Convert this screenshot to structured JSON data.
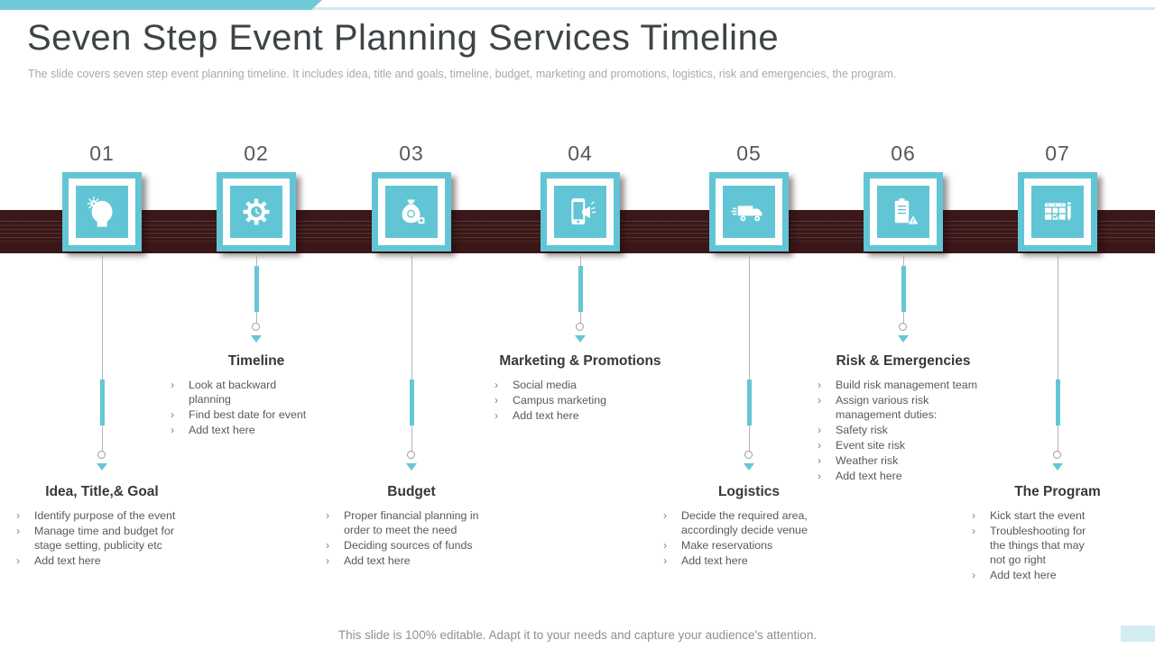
{
  "slide": {
    "title": "Seven Step Event Planning Services Timeline",
    "subtitle": "The slide covers seven step event planning timeline. It includes idea, title and goals, timeline, budget, marketing and promotions, logistics, risk and emergencies, the program.",
    "footer": "This slide is 100% editable. Adapt it to your needs and capture your audience's attention.",
    "bullet_marker": "›"
  },
  "colors": {
    "teal_accent": "#62c5d5",
    "teal_light_line": "#cfe9ee",
    "maroon_band": "#3b1718",
    "heading_text": "#383838",
    "body_text": "#595959",
    "muted_text": "#a9a9a9"
  },
  "steps": [
    {
      "number": "01",
      "icon": "idea-head-icon",
      "title": "Idea, Title,& Goal",
      "position": "far",
      "bullets": [
        "Identify purpose of the event",
        "Manage time and budget for stage setting, publicity etc",
        "Add text here"
      ]
    },
    {
      "number": "02",
      "icon": "gear-clock-icon",
      "title": "Timeline",
      "position": "near",
      "bullets": [
        "Look at backward planning",
        "Find best date for event",
        "Add text here"
      ]
    },
    {
      "number": "03",
      "icon": "money-bag-icon",
      "title": "Budget",
      "position": "far",
      "bullets": [
        "Proper financial planning in order to meet the need",
        "Deciding sources of funds",
        "Add text here"
      ]
    },
    {
      "number": "04",
      "icon": "phone-marketing-icon",
      "title": "Marketing & Promotions",
      "position": "near",
      "bullets": [
        "Social media",
        "Campus marketing",
        "Add text here"
      ]
    },
    {
      "number": "05",
      "icon": "delivery-truck-icon",
      "title": "Logistics",
      "position": "far",
      "bullets": [
        "Decide the required area, accordingly decide venue",
        "Make reservations",
        "Add text here"
      ]
    },
    {
      "number": "06",
      "icon": "clipboard-warning-icon",
      "title": "Risk & Emergencies",
      "position": "near",
      "bullets": [
        "Build risk management team",
        "Assign various risk management duties:",
        "Safety risk",
        "Event site risk",
        "Weather risk",
        "Add text here"
      ]
    },
    {
      "number": "07",
      "icon": "calendar-pen-icon",
      "title": "The Program",
      "position": "far",
      "bullets": [
        "Kick start the event",
        "Troubleshooting for the things that may not go right",
        "Add text here"
      ]
    }
  ]
}
